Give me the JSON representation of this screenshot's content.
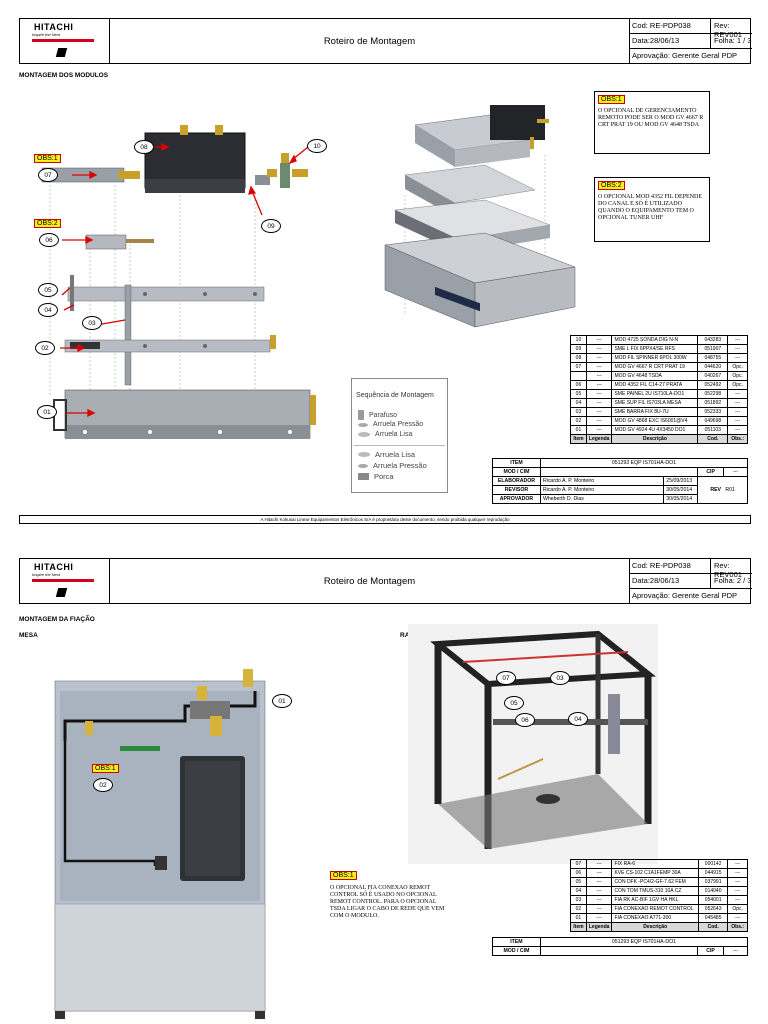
{
  "page1": {
    "header": {
      "brand": "HITACHI",
      "tagline": "Inspire the Next",
      "title": "Roteiro de Montagem",
      "cod": "Cod: RE-PDP038",
      "rev": "Rev: REV001",
      "data": "Data:28/06/13",
      "folha": "Folha: 1 / 3",
      "aprovacao": "Aprovação: Gerente Geral PDP"
    },
    "section_title": "MONTAGEM DOS MODULOS",
    "obs1": {
      "tag": "OBS:1",
      "text": "O OPCIONAL DE GERENCIAMENTO REMOTO PODE SER O MOD GV 4667 R CRT PRAT 19 OU MOD GV 4648 TSDA"
    },
    "obs2": {
      "tag": "OBS:2",
      "text": "O OPCIONAL MOD 4352 FIL DEPENDE DO CANAL E SÓ É UTILIZADO QUANDO O EQUIPAMENTO TEM O OPCIONAL TUNER UHF"
    },
    "diagram_obs1_tag": "OBS:1",
    "diagram_obs2_tag": "OBS:2",
    "bubbles": [
      "07",
      "08",
      "10",
      "09",
      "06",
      "05",
      "04",
      "03",
      "02",
      "01"
    ],
    "legend": {
      "title": "Sequência de Montagem",
      "items": [
        "Parafuso",
        "Arruela Pressão",
        "Arruela Lisa",
        "Arruela Lisa",
        "Arruela Pressão",
        "Porca"
      ]
    },
    "parts_rows": [
      [
        "10",
        "---",
        "MOD 4725 SONDA DIG N-N",
        "043283",
        "---"
      ],
      [
        "09",
        "---",
        "SME L FIX 6PPX4/SE RFS",
        "051907",
        "---"
      ],
      [
        "08",
        "---",
        "MOD FIL SPINNER 6POL 300W",
        "048755",
        "---"
      ],
      [
        "07",
        "---",
        "MOD GV 4667 R CRT PRAT 19",
        "044620",
        "Opc."
      ],
      [
        "",
        "---",
        "MOD GV 4648 TSDA",
        "040267",
        "Opc."
      ],
      [
        "06",
        "---",
        "MOD 4352 FIL C14-27 PRATA",
        "052492",
        "Opc."
      ],
      [
        "05",
        "---",
        "SME PAINEL 2U IS710LA-DO1",
        "052298",
        "---"
      ],
      [
        "04",
        "---",
        "SME SUP FIL IS703LA MESA",
        "051892",
        "---"
      ],
      [
        "03",
        "---",
        "SME BARRA FIX 8U-7U",
        "052333",
        "---"
      ],
      [
        "02",
        "---",
        "MOD GV 4868 EXC IS6001@V4",
        "049698",
        "---"
      ],
      [
        "01",
        "---",
        "MOD GV 4924 4U 4X3450 DO1",
        "051103",
        "---"
      ]
    ],
    "parts_header": [
      "Item",
      "Legenda",
      "Descrição",
      "Cod.",
      "Obs.:"
    ],
    "item_table": {
      "item_label": "ITEM",
      "item_value": "051293 EQP IS701HA-DO1",
      "modcim_label": "MOD / CIM",
      "cip_label": "CIP",
      "cip_value": "---",
      "rows": [
        {
          "role": "ELABORADOR",
          "name": "Ricardo A. P. Monteiro",
          "date": "25/09/2013"
        },
        {
          "role": "REVISOR",
          "name": "Ricardo A. P. Monteiro",
          "date": "30/05/2014"
        },
        {
          "role": "APROVADOR",
          "name": "Wheberth D. Dias",
          "date": "30/05/2014"
        }
      ],
      "rev_label": "REV",
      "rev_value": "R01"
    },
    "footer": "A Hitachi Kokusai Linear Equipamentos Eletrônicos S/A é proprietária deste documento, sendo proibida qualquer reprodução"
  },
  "page2": {
    "header": {
      "brand": "HITACHI",
      "tagline": "Inspire the Next",
      "title": "Roteiro de Montagem",
      "cod": "Cod: RE-PDP038",
      "rev": "Rev: REV001",
      "data": "Data:28/06/13",
      "folha": "Folha: 2 / 3",
      "aprovacao": "Aprovação: Gerente Geral PDP"
    },
    "section_title": "MONTAGEM DA FIAÇÃO",
    "mesa_label": "MESA",
    "rack_label": "RACK",
    "mesa_obs_tag": "OBS:1",
    "mesa_bubbles": [
      "01",
      "02"
    ],
    "rack_bubbles": [
      "07",
      "03",
      "05",
      "06",
      "04"
    ],
    "obs1": {
      "tag": "OBS:1",
      "text": "O OPCIONAL FIA CONEXAO REMOT CONTROL SÓ É USADO NO OPCIONAL REMOT CONTROL. PARA O OPCIONAL TSDA LIGAR O CABO DE REDE QUE VEM COM O MODULO."
    },
    "parts_rows": [
      [
        "07",
        "---",
        "FIX RA-6",
        "000142",
        "---"
      ],
      [
        "06",
        "---",
        "KVE CS-102 C1A1FEMP 30A",
        "044915",
        "---"
      ],
      [
        "05",
        "---",
        "CON DFK -PC4/2-GF-7.62 FEM",
        "037991",
        "---"
      ],
      [
        "04",
        "---",
        "CON TOM TMUS-310 10A CZ",
        "014040",
        "---"
      ],
      [
        "03",
        "---",
        "FIA RK AC-BIF 1GV HA HKL",
        "054001",
        "---"
      ],
      [
        "02",
        "---",
        "FIA CONEXAO REMOT CONTROL",
        "052643",
        "Opc."
      ],
      [
        "01",
        "---",
        "FIA CONEXAO A771-300",
        "045485",
        "---"
      ]
    ],
    "parts_header": [
      "Item",
      "Legenda",
      "Descrição",
      "Cod.",
      "Obs.:"
    ],
    "item_table": {
      "item_label": "ITEM",
      "item_value": "051293 EQP IS701HA-DO1",
      "modcim_label": "MOD / CIM",
      "cip_label": "CIP",
      "cip_value": "---"
    }
  }
}
